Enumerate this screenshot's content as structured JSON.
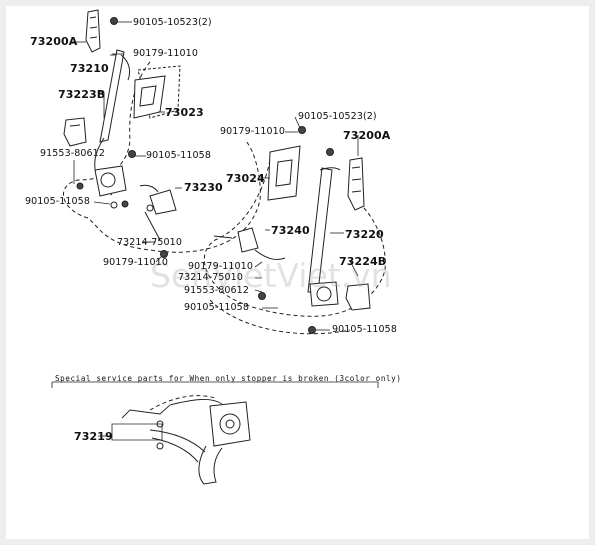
{
  "watermark": "SenVietViet.vn",
  "note": "Special  service  parts  for  When  only  stopper  is  broken  (3color  only)",
  "labels": {
    "p73200A_left": "73200A",
    "p90105_10523_2_top": "90105-10523(2)",
    "p90179_11010_top": "90179-11010",
    "p73210": "73210",
    "p73223B": "73223B",
    "p73023": "73023",
    "p91553_80612_left": "91553-80612",
    "p90105_11058_mid": "90105-11058",
    "p73230": "73230",
    "p90105_11058_left": "90105-11058",
    "p73214_75010_left": "73214-75010",
    "p90179_11010_left": "90179-11010",
    "p90105_10523_2_right": "90105-10523(2)",
    "p90179_11010_right": "90179-11010",
    "p73200A_right": "73200A",
    "p73024": "73024",
    "p73240": "73240",
    "p73220": "73220",
    "p90179_11010_center": "90179-11010",
    "p73214_75010_center": "73214-75010",
    "p73224B": "73224B",
    "p91553_80612_center": "91553-80612",
    "p90105_11058_center": "90105-11058",
    "p90105_11058_right": "90105-11058",
    "p73219": "73219"
  },
  "colors": {
    "line": "#222222",
    "background": "#ffffff"
  }
}
